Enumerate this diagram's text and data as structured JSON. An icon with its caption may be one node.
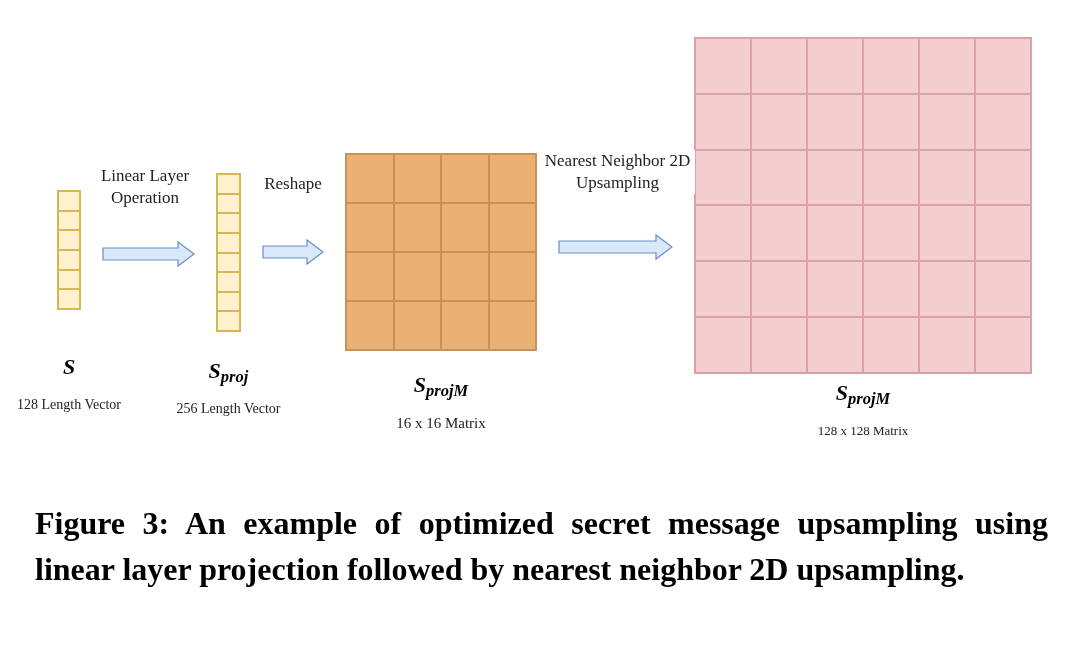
{
  "diagram": {
    "caption": "Figure 3: An example of optimized secret message upsampling using linear layer projection followed by nearest neighbor 2D upsampling.",
    "nodes": [
      {
        "text": [],
        "shape": "grid",
        "beside": [
          "S",
          "128 Length Vector"
        ]
      },
      {
        "text": [],
        "shape": "grid",
        "beside": [
          "S$_{proj}$",
          "256 Length Vector"
        ]
      },
      {
        "text": [],
        "shape": "grid",
        "beside": [
          "S$_{projM}$",
          "16 x 16 Matrix"
        ]
      },
      {
        "text": [],
        "shape": "grid",
        "beside": [
          "S$_{projM}$",
          "128 x 128 Matrix"
        ]
      }
    ],
    "edges": [
      {
        "from": 0,
        "to": 1,
        "arrow": "to",
        "label": "Linear Layer Operation"
      },
      {
        "from": 1,
        "to": 2,
        "arrow": "to",
        "label": "Reshape"
      },
      {
        "from": 2,
        "to": 3,
        "arrow": "to",
        "label": "Nearest Neighbor 2D Upsampling"
      }
    ]
  }
}
